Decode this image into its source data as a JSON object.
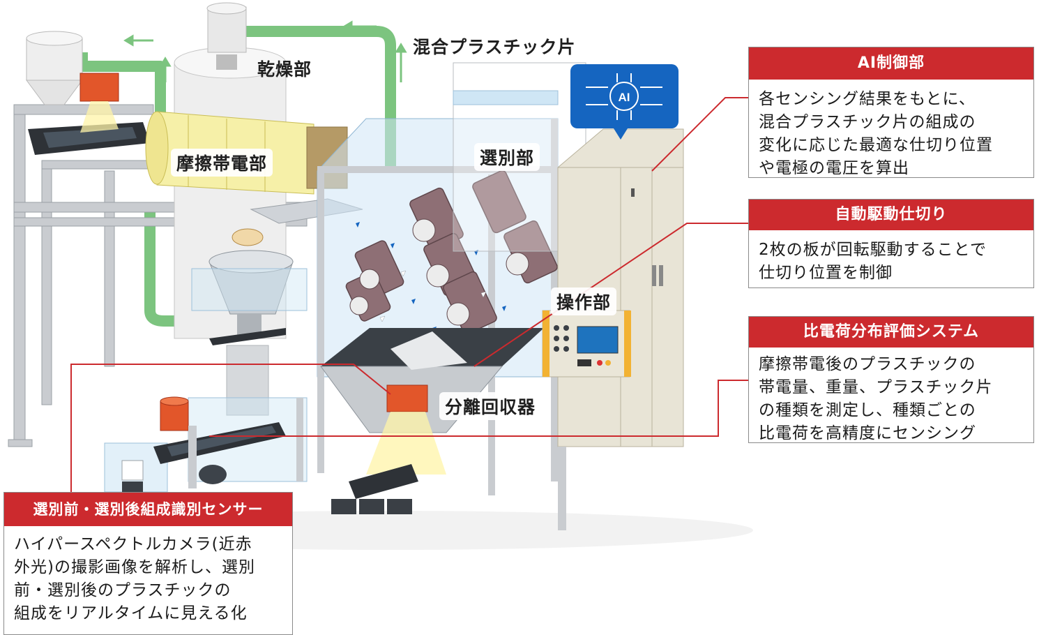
{
  "labels": {
    "mixed_plastic": "混合プラスチック片",
    "drying": "乾燥部",
    "triboelectric": "摩擦帯電部",
    "sorting": "選別部",
    "operation": "操作部",
    "separation": "分離回収器",
    "ai_badge": "AI"
  },
  "boxes": {
    "ai_control": {
      "title": "AI制御部",
      "body": "各センシング結果をもとに、\n混合プラスチック片の組成の\n変化に応じた最適な仕切り位置\nや電極の電圧を算出"
    },
    "auto_partition": {
      "title": "自動駆動仕切り",
      "body": "2枚の板が回転駆動することで\n仕切り位置を制御"
    },
    "charge_eval": {
      "title": "比電荷分布評価システム",
      "body": "摩擦帯電後のプラスチックの\n帯電量、重量、プラスチック片\nの種類を測定し、種類ごとの\n比電荷を高精度にセンシング"
    },
    "composition_sensor": {
      "title": "選別前・選別後組成識別センサー",
      "body": "ハイパースペクトルカメラ(近赤\n外光)の撮影画像を解析し、選別\n前・選別後のプラスチックの\n組成をリアルタイムに見える化"
    }
  },
  "colors": {
    "accent_red": "#cc2a2e",
    "pipe_green": "#7cc47f",
    "glass_blue": "#cfe6f5",
    "dryer_yellow": "#f6f0a8",
    "cabinet_beige": "#e8e4d6",
    "ai_blue": "#1565c0"
  }
}
